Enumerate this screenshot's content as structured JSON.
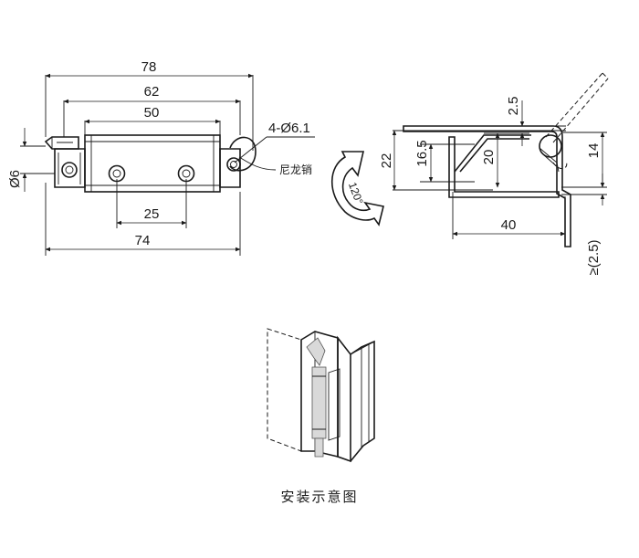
{
  "front_view": {
    "dim_overall_length": "78",
    "dim_body_length": "62",
    "dim_leaf_length": "50",
    "dim_hole_spacing": "25",
    "dim_base_length": "74",
    "dim_height": "Ø6",
    "hole_callout": "4-Ø6.1",
    "pin_label": "尼龙销"
  },
  "side_view": {
    "rotation_label": "120°",
    "dim_top_gap": "2.5",
    "dim_total_height": "22",
    "dim_inner_height": "16.5",
    "dim_pin_height": "20",
    "dim_right_height": "14",
    "dim_width": "40",
    "dim_min_gap": "≥(2.5)"
  },
  "install_caption": "安装示意图"
}
